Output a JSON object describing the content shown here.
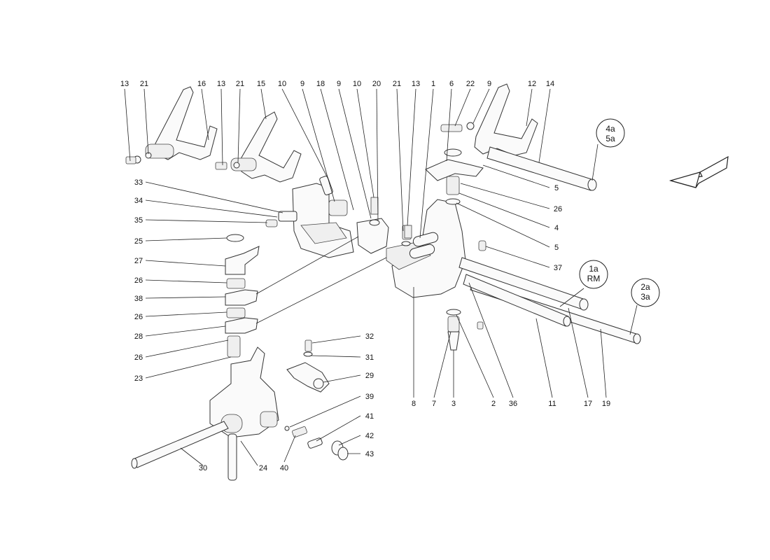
{
  "diagram": {
    "callouts": {
      "c4a5a": {
        "l1": "4a",
        "l2": "5a"
      },
      "c1aRM": {
        "l1": "1a",
        "l2": "RM"
      },
      "c2a3a": {
        "l1": "2a",
        "l2": "3a"
      }
    },
    "labels": {
      "top": [
        "13",
        "21",
        "16",
        "13",
        "21",
        "15",
        "10",
        "9",
        "18",
        "9",
        "10",
        "20",
        "21",
        "13",
        "1",
        "6",
        "22",
        "9",
        "12",
        "14"
      ],
      "left": [
        "33",
        "34",
        "35",
        "25",
        "27",
        "26",
        "38",
        "26",
        "28",
        "26",
        "23"
      ],
      "right": [
        "5",
        "26",
        "4",
        "5",
        "37"
      ],
      "bottom": [
        "8",
        "7",
        "3",
        "2",
        "36",
        "11",
        "17",
        "19"
      ],
      "mid": [
        "32",
        "31",
        "29",
        "39",
        "41",
        "42",
        "43",
        "40",
        "24",
        "30"
      ]
    }
  }
}
